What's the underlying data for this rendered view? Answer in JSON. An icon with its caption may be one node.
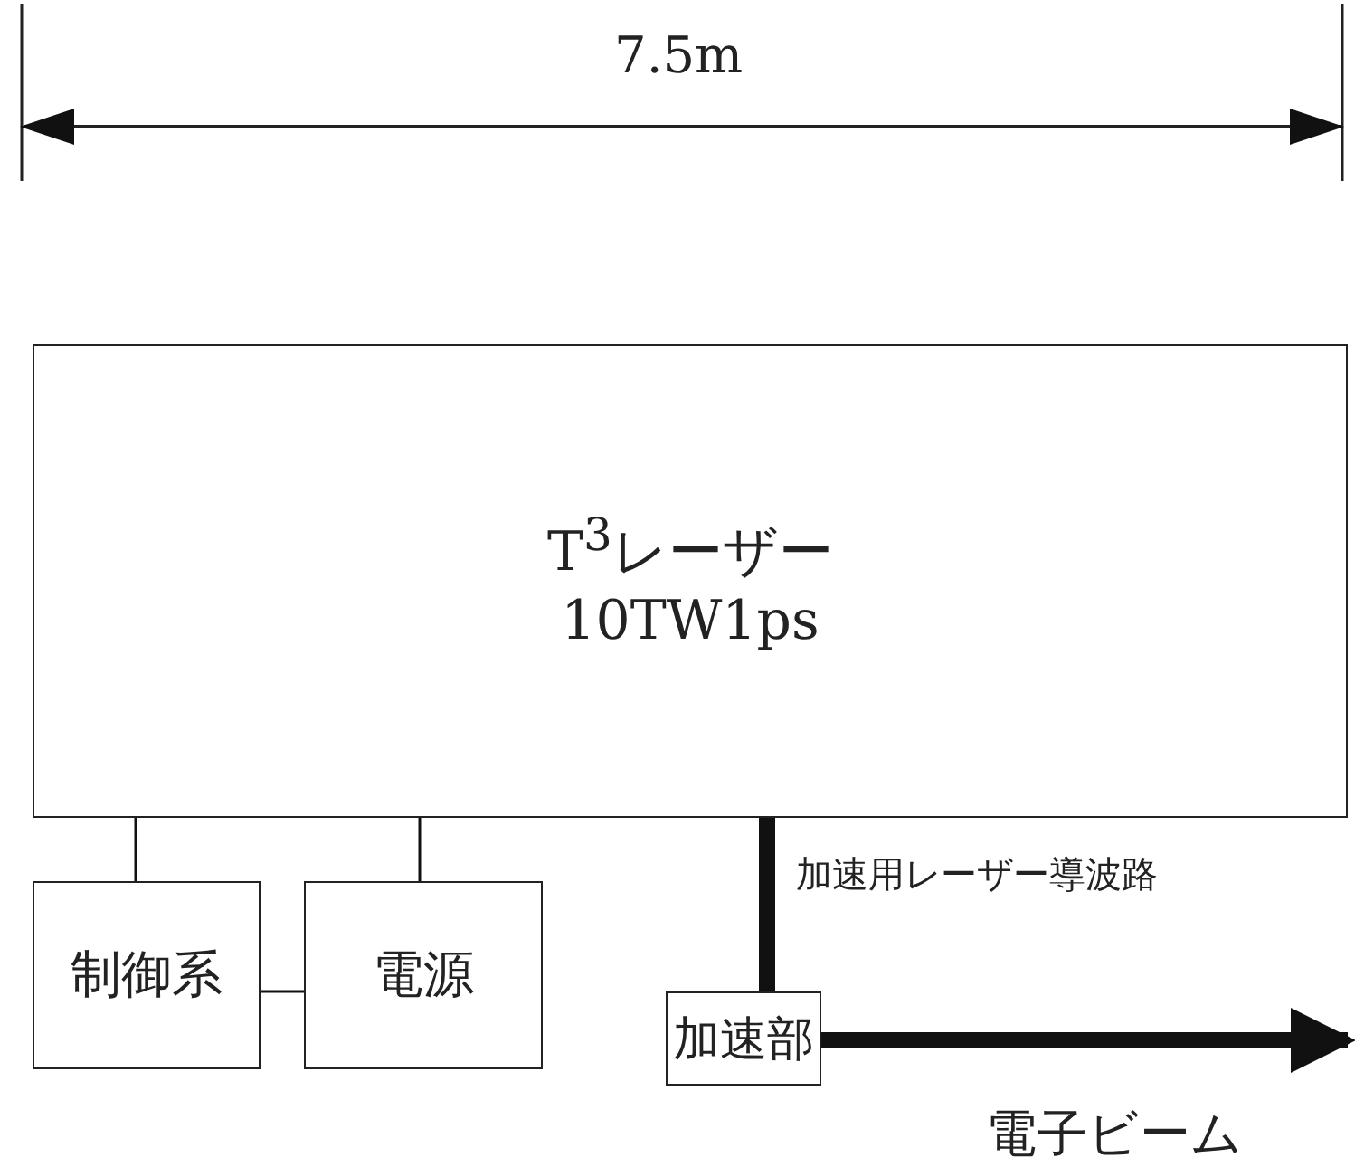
{
  "diagram": {
    "nodes": [
      {
        "text": [
          "T$^{3}$レーザー",
          "10TW1ps"
        ]
      },
      {
        "text": [
          "制御系"
        ]
      },
      {
        "text": [
          "電源"
        ]
      },
      {
        "text": [
          "加速部"
        ]
      }
    ],
    "edges": [
      {
        "from": 1,
        "to": 0,
        "arrow": "none"
      },
      {
        "from": 2,
        "to": 0,
        "arrow": "none"
      },
      {
        "from": 1,
        "to": 2,
        "arrow": "none"
      },
      {
        "from": 0,
        "to": 3,
        "arrow": "none",
        "style": "thick",
        "label": "加速用レーザー導波路"
      },
      {
        "from": 3,
        "to": null,
        "arrow": "to",
        "style": "thick",
        "label": "電子ビーム"
      }
    ],
    "labels": [
      "7.5m"
    ]
  }
}
